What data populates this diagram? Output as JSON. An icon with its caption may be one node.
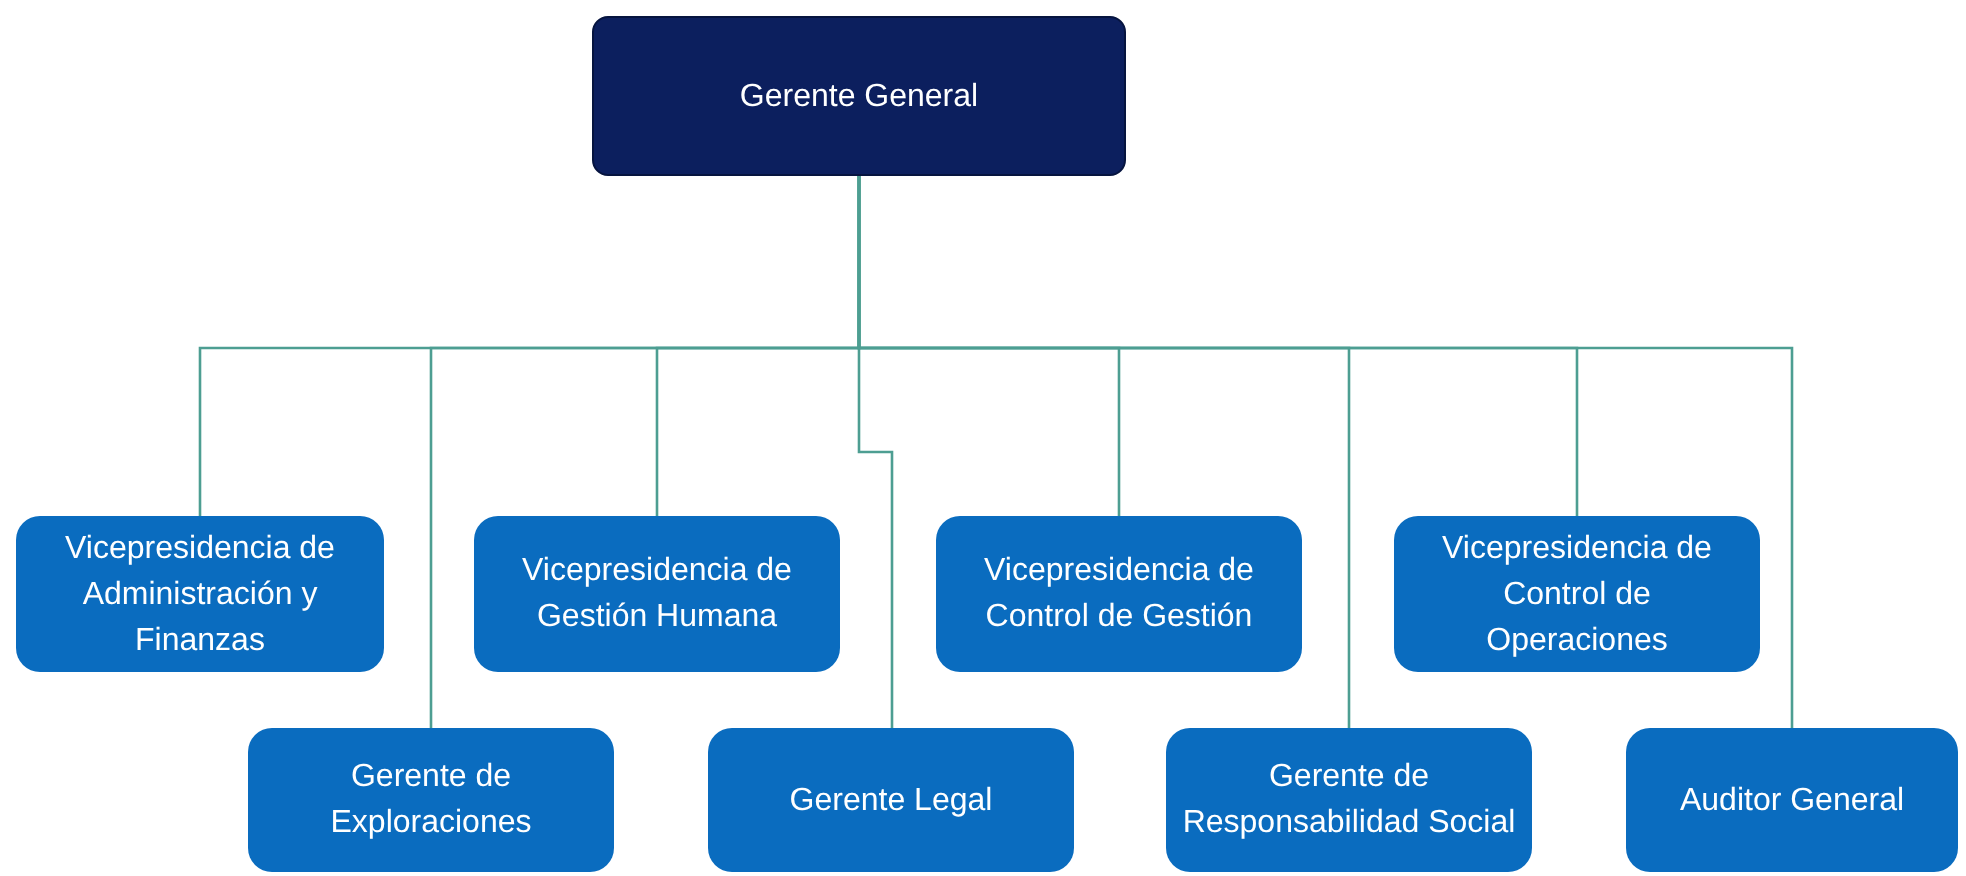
{
  "diagram": {
    "nodes": [
      {
        "text": [
          "Gerente General"
        ]
      },
      {
        "text": [
          "Vicepresidencia de Administración y Finanzas"
        ]
      },
      {
        "text": [
          "Vicepresidencia de Gestión Humana"
        ]
      },
      {
        "text": [
          "Vicepresidencia de Control de Gestión"
        ]
      },
      {
        "text": [
          "Vicepresidencia de Control de Operaciones"
        ]
      },
      {
        "text": [
          "Gerente de Exploraciones"
        ]
      },
      {
        "text": [
          "Gerente Legal"
        ]
      },
      {
        "text": [
          "Gerente de Responsabilidad Social"
        ]
      },
      {
        "text": [
          "Auditor General"
        ]
      }
    ],
    "edges": [
      {
        "from": 0,
        "to": 1,
        "arrow": "none"
      },
      {
        "from": 0,
        "to": 5,
        "arrow": "none"
      },
      {
        "from": 0,
        "to": 2,
        "arrow": "none"
      },
      {
        "from": 0,
        "to": 6,
        "arrow": "none"
      },
      {
        "from": 0,
        "to": 3,
        "arrow": "none"
      },
      {
        "from": 0,
        "to": 7,
        "arrow": "none"
      },
      {
        "from": 0,
        "to": 4,
        "arrow": "none"
      },
      {
        "from": 0,
        "to": 8,
        "arrow": "none"
      }
    ]
  }
}
